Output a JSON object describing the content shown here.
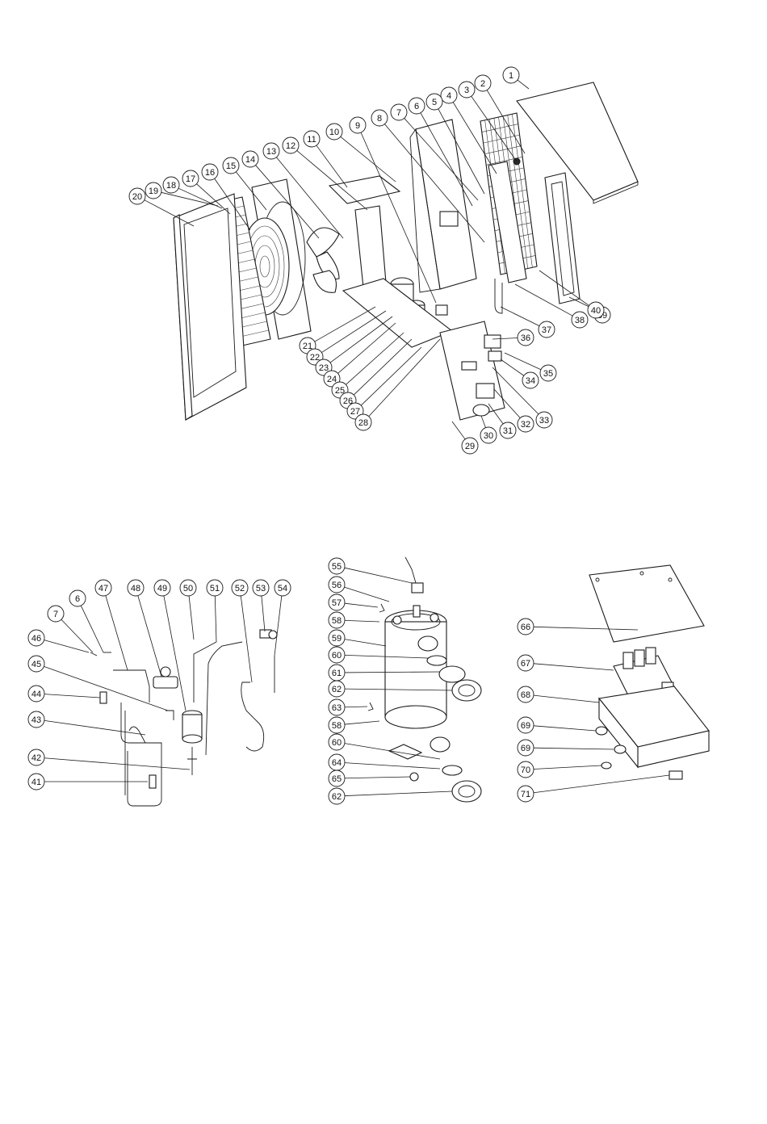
{
  "labels": {
    "top": [
      "1",
      "2",
      "3",
      "4",
      "5",
      "6",
      "7",
      "8",
      "9",
      "10",
      "11",
      "12",
      "13",
      "14",
      "15",
      "16",
      "17",
      "18",
      "19",
      "20",
      "21",
      "22",
      "23",
      "24",
      "25",
      "26",
      "27",
      "28",
      "29",
      "30",
      "31",
      "32",
      "33",
      "34",
      "35",
      "36",
      "37",
      "38",
      "39",
      "40"
    ],
    "piping": [
      "6",
      "7",
      "41",
      "42",
      "43",
      "44",
      "45",
      "46",
      "47",
      "48",
      "49",
      "50",
      "51",
      "52",
      "53",
      "54"
    ],
    "exchanger": [
      "55",
      "56",
      "57",
      "58",
      "59",
      "60",
      "61",
      "62",
      "63",
      "58",
      "60",
      "64",
      "65",
      "62"
    ],
    "control": [
      "66",
      "67",
      "68",
      "69",
      "69",
      "70",
      "71"
    ]
  }
}
